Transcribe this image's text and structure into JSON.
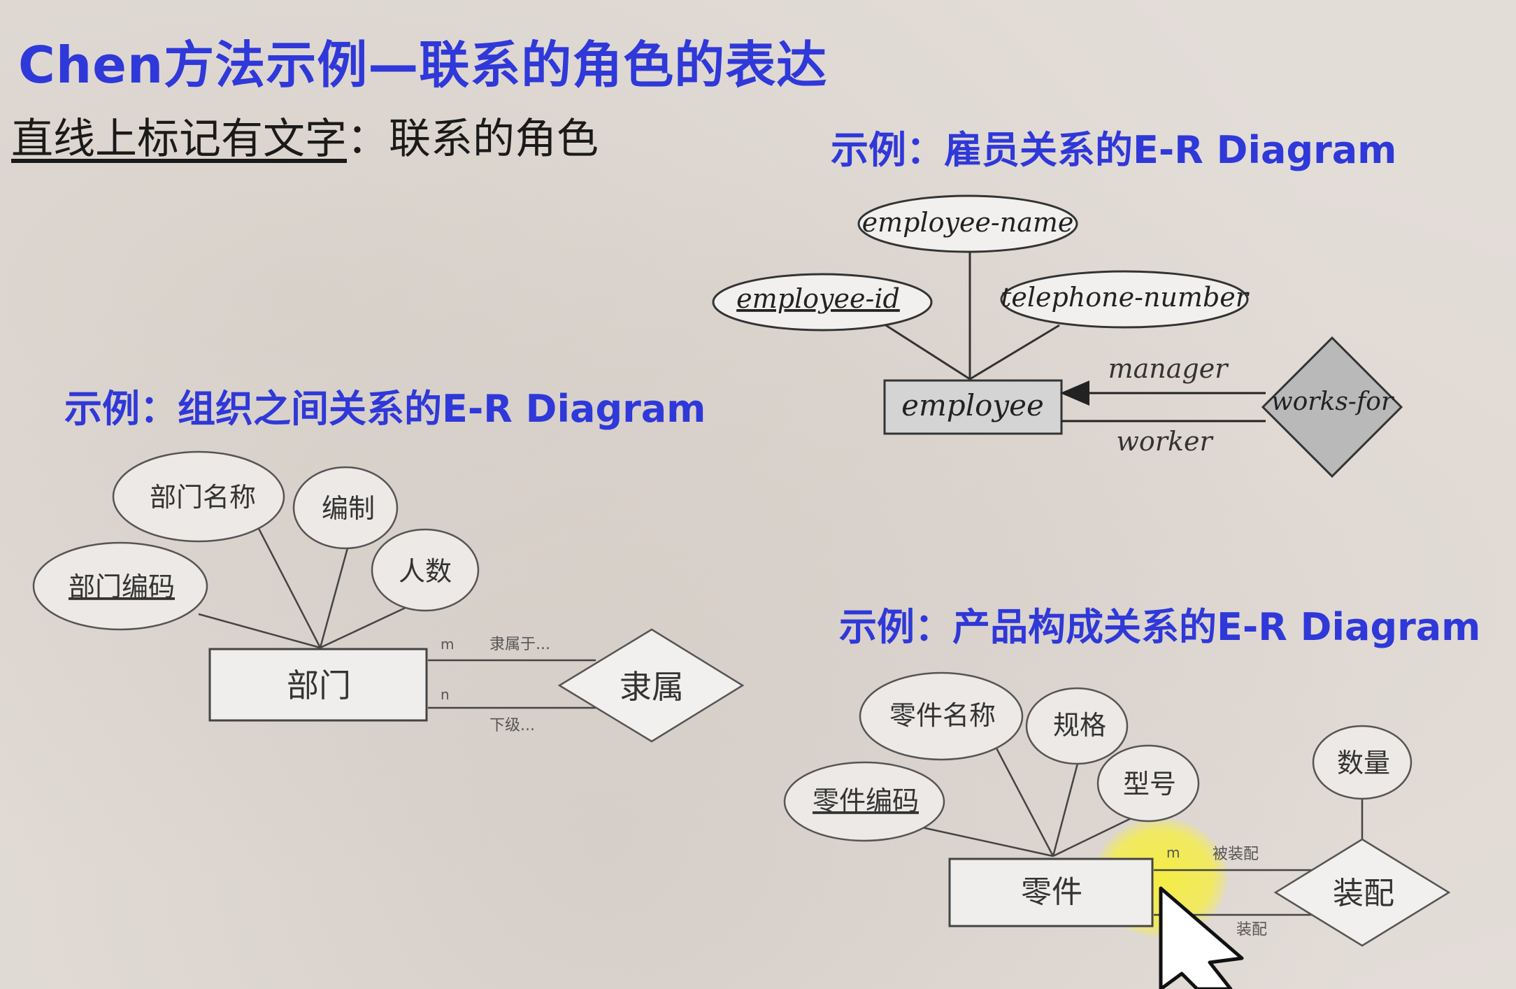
{
  "slide": {
    "title": "Chen方法示例—联系的角色的表达",
    "subtitle_underlined": "直线上标记有文字",
    "subtitle_rest": "：联系的角色"
  },
  "employee_example": {
    "heading": "示例：雇员关系的E-R Diagram",
    "entity": "employee",
    "attributes": [
      "employee-name",
      "employee-id",
      "telephone-number"
    ],
    "key_attribute": "employee-id",
    "relationship": "works-for",
    "roles": [
      "manager",
      "worker"
    ]
  },
  "org_example": {
    "heading": "示例：组织之间关系的E-R Diagram",
    "entity": "部门",
    "attributes": [
      "部门名称",
      "编制",
      "部门编码",
      "人数"
    ],
    "key_attribute": "部门编码",
    "relationship": "隶属",
    "role_top": "隶属于...",
    "role_bottom": "下级...",
    "card_top": "m",
    "card_bottom": "n"
  },
  "product_example": {
    "heading": "示例：产品构成关系的E-R Diagram",
    "entity": "零件",
    "attributes": [
      "零件名称",
      "规格",
      "零件编码",
      "型号"
    ],
    "key_attribute": "零件编码",
    "relationship": "装配",
    "relationship_attribute": "数量",
    "role_top": "被装配",
    "role_bottom": "装配",
    "card_top": "m"
  },
  "colors": {
    "title": "#2f38d8",
    "entity_fill_employee": "#d4d4d4",
    "relationship_fill_employee": "#b9b9b9"
  }
}
